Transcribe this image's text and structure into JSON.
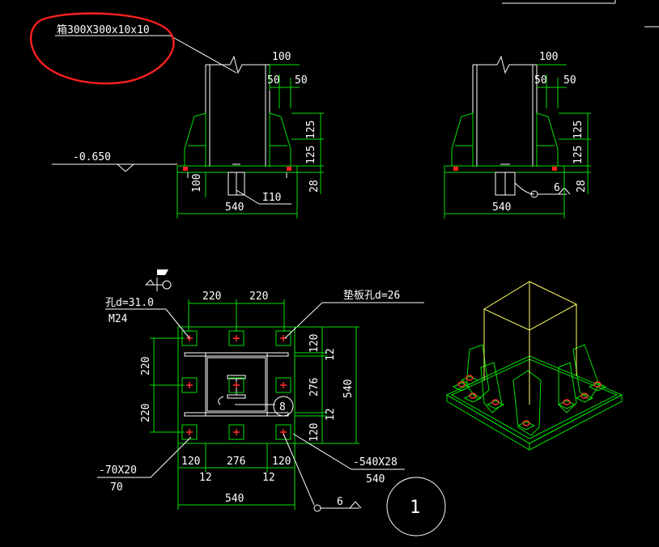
{
  "colors": {
    "background": "#000000",
    "dimension": "#00e000",
    "outline": "#ffffff",
    "annotation_circle": "#ff2020",
    "bolt": "#ff2020",
    "iso_column": "#ffff66"
  },
  "column_spec": "箱300X300x10x10",
  "elevation": "-0.650",
  "left_elev": {
    "dim_top": "100",
    "dim_a": "50",
    "dim_b": "50",
    "dim_125a": "125",
    "dim_125b": "125",
    "dim_28": "28",
    "dim_100": "100",
    "shear_key": "I10",
    "dim_540": "540"
  },
  "right_elev": {
    "dim_top": "100",
    "dim_a": "50",
    "dim_b": "50",
    "dim_125a": "125",
    "dim_125b": "125",
    "dim_28": "28",
    "weld": "6",
    "dim_540": "540"
  },
  "plan": {
    "top_220a": "220",
    "top_220b": "220",
    "hole_label": "孔d=31.0",
    "bolt_label": "M24",
    "washer_label": "垫板孔d=26",
    "left_220a": "220",
    "left_220b": "220",
    "right_120a": "120",
    "right_12a": "12",
    "right_276": "276",
    "right_12b": "12",
    "right_120b": "120",
    "right_540": "540",
    "bot_120a": "120",
    "bot_276": "276",
    "bot_120b": "120",
    "bot_12a": "12",
    "bot_12b": "12",
    "bot_540": "540",
    "plate_label": "-70X20",
    "plate_sub": "70",
    "base_label": "-540X28",
    "base_sub": "540",
    "weld_circle": "8",
    "weld_bottom": "6"
  },
  "detail_number": "1"
}
